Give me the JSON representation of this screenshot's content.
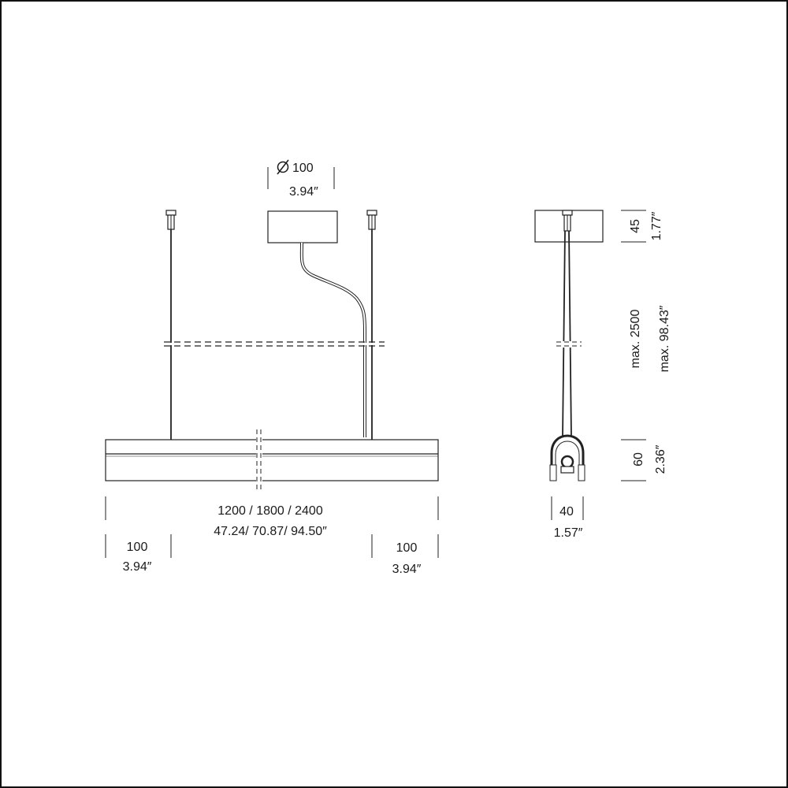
{
  "front_view": {
    "canopy_diameter_mm": "100",
    "canopy_diameter_in": "3.94″",
    "length_mm": "1200 / 1800 / 2400",
    "length_in": "47.24/ 70.87/ 94.50″",
    "left_offset_mm": "100",
    "left_offset_in": "3.94″",
    "right_offset_mm": "100",
    "right_offset_in": "3.94″"
  },
  "side_view": {
    "canopy_height_mm": "45",
    "canopy_height_in": "1.77″",
    "suspension_mm": "max. 2500",
    "suspension_in": "max. 98.43″",
    "body_height_mm": "60",
    "body_height_in": "2.36″",
    "body_width_mm": "40",
    "body_width_in": "1.57″"
  },
  "icons": {
    "diameter_symbol": "diameter-symbol-icon"
  }
}
